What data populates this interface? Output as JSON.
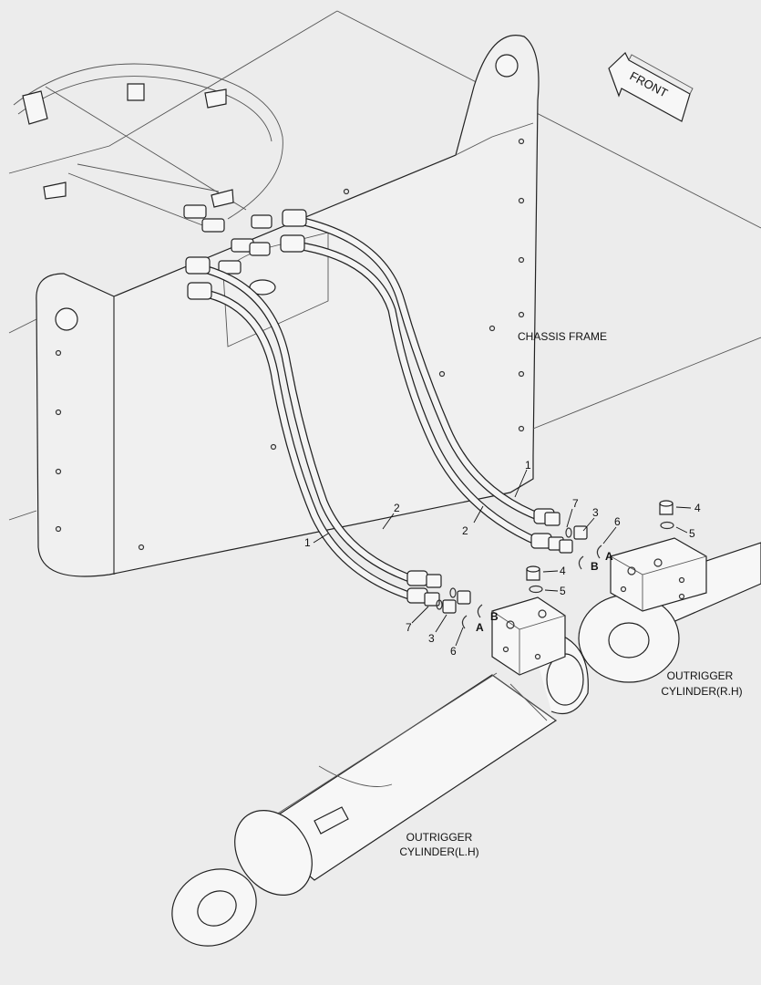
{
  "labels": {
    "chassis_frame": "CHASSIS FRAME",
    "front": "FRONT",
    "lh_line1": "OUTRIGGER",
    "lh_line2": "CYLINDER(L.H)",
    "rh_line1": "OUTRIGGER",
    "rh_line2": "CYLINDER(R.H)"
  },
  "callouts": {
    "rh": {
      "hose_1": "1",
      "hose_2": "2",
      "part_7": "7",
      "part_3": "3",
      "part_6": "6",
      "part_4": "4",
      "part_5": "5",
      "port_a": "A",
      "port_b": "B"
    },
    "lh": {
      "hose_2": "2",
      "hose_1": "1",
      "part_4": "4",
      "part_5": "5",
      "part_7": "7",
      "part_3": "3",
      "part_6": "6",
      "port_b": "B",
      "port_a": "A"
    }
  }
}
